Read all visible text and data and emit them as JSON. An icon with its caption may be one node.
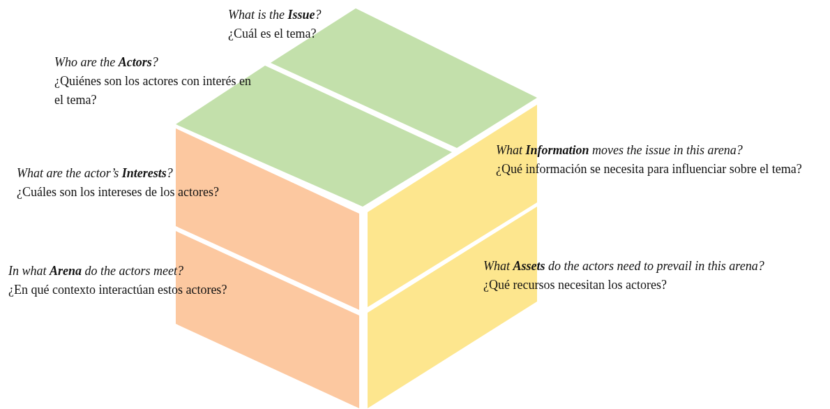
{
  "diagram": {
    "nodes": [
      {
        "text": [
          "What is the **Issue**?",
          "¿Cuál es el tema?"
        ]
      },
      {
        "text": [
          "Who are the **Actors**?",
          "¿Quiénes son los actores con interés en el tema?"
        ]
      },
      {
        "text": [
          "What are the actor’s **Interests**?",
          "¿Cuáles son los intereses de los actores?"
        ]
      },
      {
        "text": [
          "In what **Arena** do the actors meet?",
          "¿En qué contexto interactúan estos actores?"
        ]
      },
      {
        "text": [
          "What **Information** moves the issue in this arena?",
          "¿Qué información se necesita para influenciar sobre el tema?"
        ]
      },
      {
        "text": [
          "What **Assets** do the actors need to prevail in this arena?",
          "¿Qué recursos necesitan los actores?"
        ]
      }
    ],
    "edges": []
  }
}
